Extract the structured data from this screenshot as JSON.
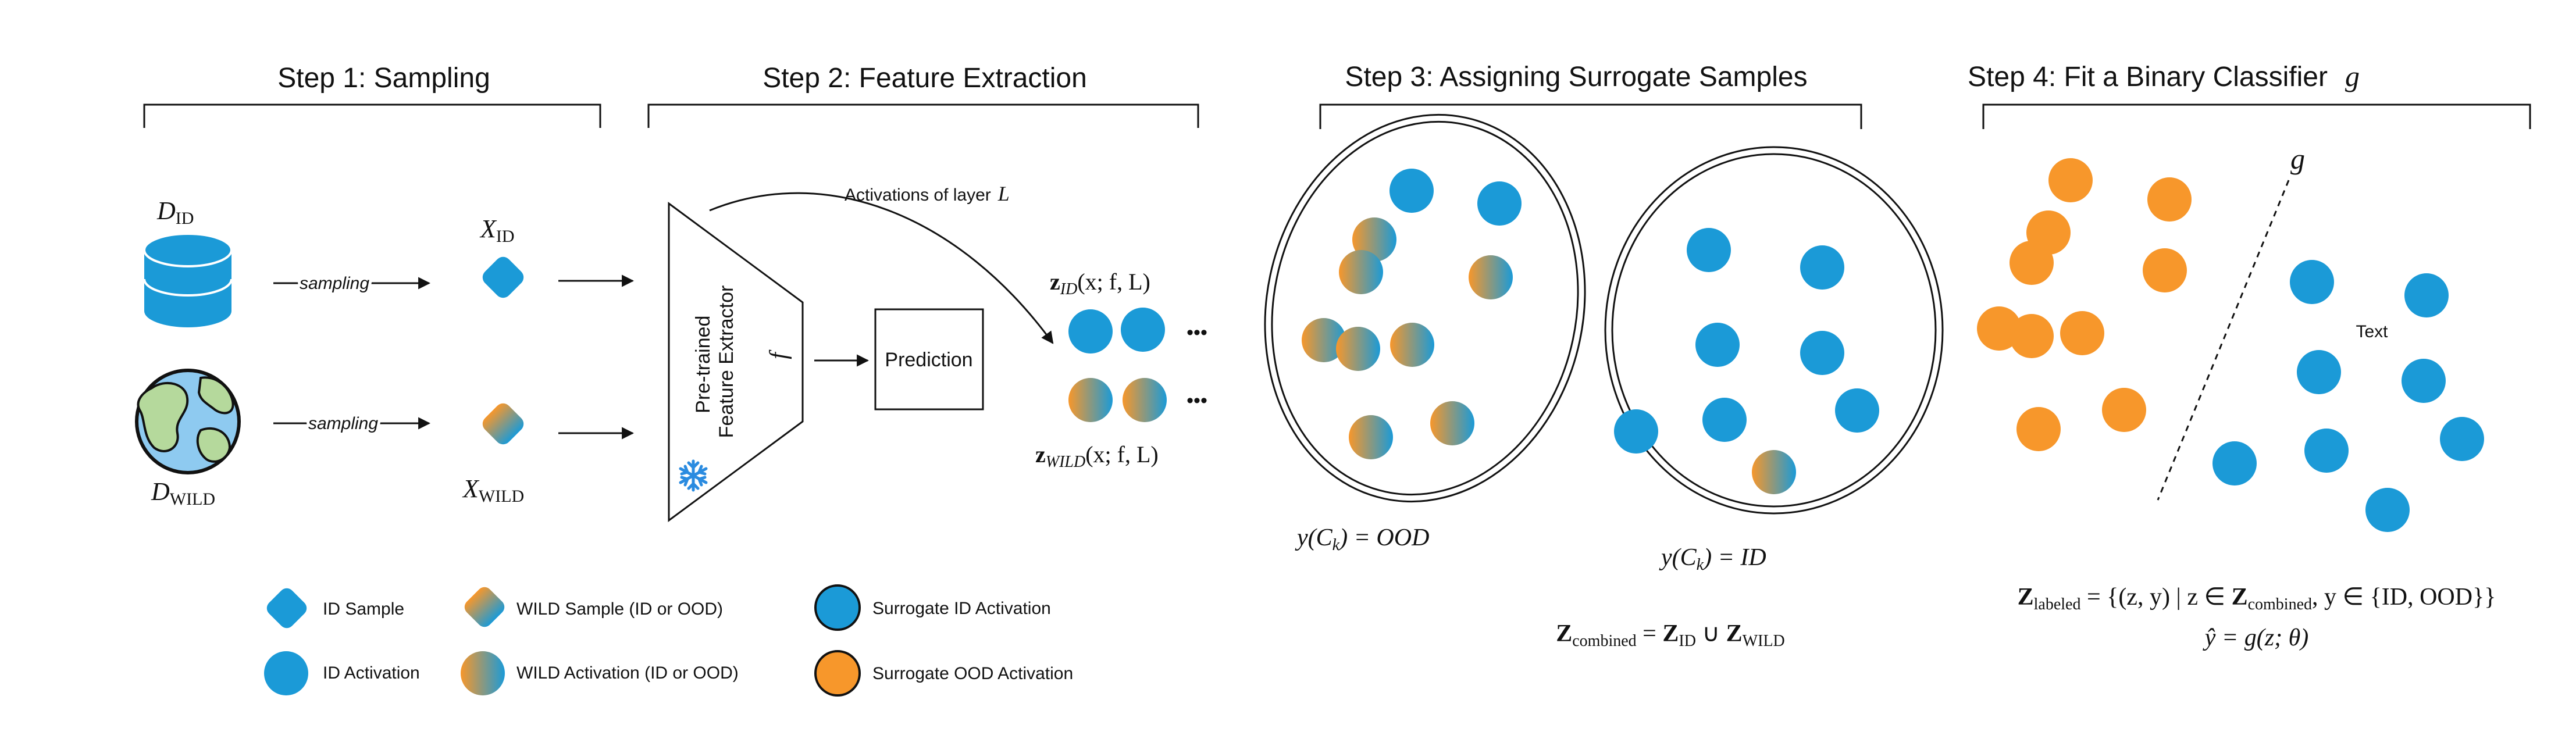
{
  "steps": {
    "step1": "Step 1: Sampling",
    "step2": "Step 2: Feature Extraction",
    "step3": "Step 3: Assigning Surrogate Samples",
    "step4": "Step 4: Fit a Binary Classifier",
    "step4_symbol": "g"
  },
  "step1": {
    "d_id": "D",
    "d_id_sub": "ID",
    "d_wild": "D",
    "d_wild_sub": "WILD",
    "x_id": "X",
    "x_id_sub": "ID",
    "x_wild": "X",
    "x_wild_sub": "WILD",
    "sampling_top": "sampling",
    "sampling_bottom": "sampling"
  },
  "step2": {
    "activations_label": "Activations of layer",
    "activations_layer": "L",
    "extractor_line1": "Pre-trained",
    "extractor_line2": "Feature Extractor",
    "extractor_symbol": "f",
    "prediction": "Prediction",
    "z_id": "z",
    "z_id_sub": "ID",
    "z_id_args": "(x; f, L)",
    "z_wild": "z",
    "z_wild_sub": "WILD",
    "z_wild_args": "(x; f, L)",
    "ellipsis": "•••"
  },
  "step3": {
    "cluster_ood": "y(C",
    "cluster_ood_sub": "k",
    "cluster_ood_rest": ") = OOD",
    "cluster_id": "y(C",
    "cluster_id_sub": "k",
    "cluster_id_rest": ") = ID",
    "combined_z": "Z",
    "combined_sub": "combined",
    "combined_eq": " = ",
    "combined_zid": "Z",
    "combined_zid_sub": "ID",
    "combined_cup": " ∪ ",
    "combined_zwild": "Z",
    "combined_zwild_sub": "WILD"
  },
  "step4": {
    "boundary_label": "g",
    "text_label": "Text",
    "labeled_z": "Z",
    "labeled_sub": "labeled",
    "labeled_set": " = {(z, y) | z ∈ ",
    "labeled_set_z": "Z",
    "labeled_set_sub": "combined",
    "labeled_set_rest": ", y ∈ {ID, OOD}}",
    "yhat": "ŷ = g(z; θ)"
  },
  "legend": {
    "id_sample": "ID Sample",
    "wild_sample": "WILD Sample (ID or OOD)",
    "surrogate_id": "Surrogate ID Activation",
    "id_activation": "ID Activation",
    "wild_activation": "WILD Activation (ID or OOD)",
    "surrogate_ood": "Surrogate OOD Activation"
  },
  "colors": {
    "blue": "#1b9ad7",
    "orange": "#f7972b",
    "earth_ocean": "#8ecaf0",
    "earth_land": "#b5d99c"
  },
  "icons": [
    "database-icon",
    "globe-icon",
    "snowflake-icon"
  ]
}
